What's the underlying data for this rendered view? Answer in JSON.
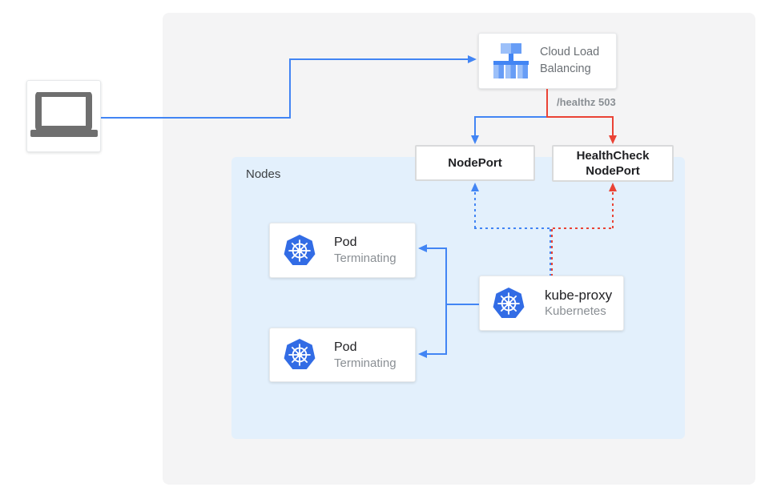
{
  "diagram": {
    "type": "kubernetes-load-balancer-health-check-diagram",
    "colors": {
      "line_blue": "#4285f4",
      "line_red": "#ea4335",
      "panel_bg": "#f4f4f5",
      "nodes_bg": "#e3f0fc",
      "kubernetes_blue": "#326ce5",
      "lb_icon_blue_light": "#9cc0f9",
      "lb_icon_blue_mid": "#679df6",
      "lb_icon_blue_dark": "#4285f4",
      "laptop_gray": "#6f6f6f",
      "text_dark": "#202124",
      "text_gray": "#8a8f94"
    },
    "icons": {
      "client": "laptop-icon",
      "load_balancer": "load-balancer-icon",
      "kubernetes": "kubernetes-icon"
    },
    "cloud_load_balancing": {
      "label": "Cloud Load Balancing"
    },
    "healthz": {
      "label": "/healthz 503"
    },
    "nodeport": {
      "label": "NodePort"
    },
    "healthcheck_nodeport": {
      "label": "HealthCheck NodePort"
    },
    "nodes_group": {
      "label": "Nodes"
    },
    "pods": [
      {
        "name": "Pod",
        "status": "Terminating"
      },
      {
        "name": "Pod",
        "status": "Terminating"
      }
    ],
    "kube_proxy": {
      "name": "kube-proxy",
      "product": "Kubernetes"
    }
  }
}
